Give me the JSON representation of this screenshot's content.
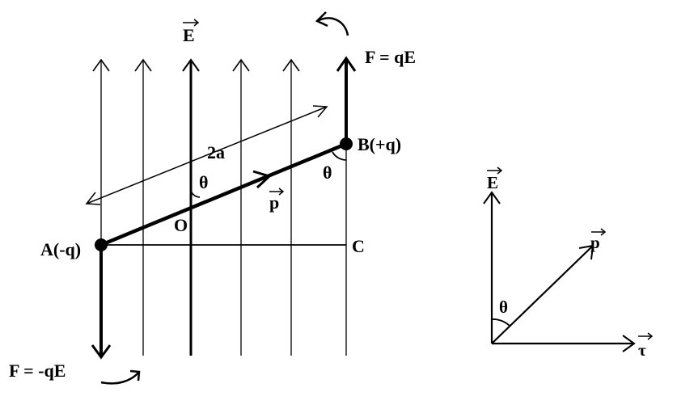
{
  "colors": {
    "ink": "#000000",
    "background": "#ffffff"
  },
  "labels": {
    "field_E": "E",
    "force_top": "F = qE",
    "force_bottom": "F = -qE",
    "point_B": "B(+q)",
    "point_A": "A(-q)",
    "point_O": "O",
    "point_C": "C",
    "length": "2a",
    "theta_O": "θ",
    "theta_B": "θ",
    "dipole_p": "p",
    "vec_E": "E",
    "vec_p": "p",
    "vec_tau": "τ",
    "vec_theta": "θ"
  }
}
